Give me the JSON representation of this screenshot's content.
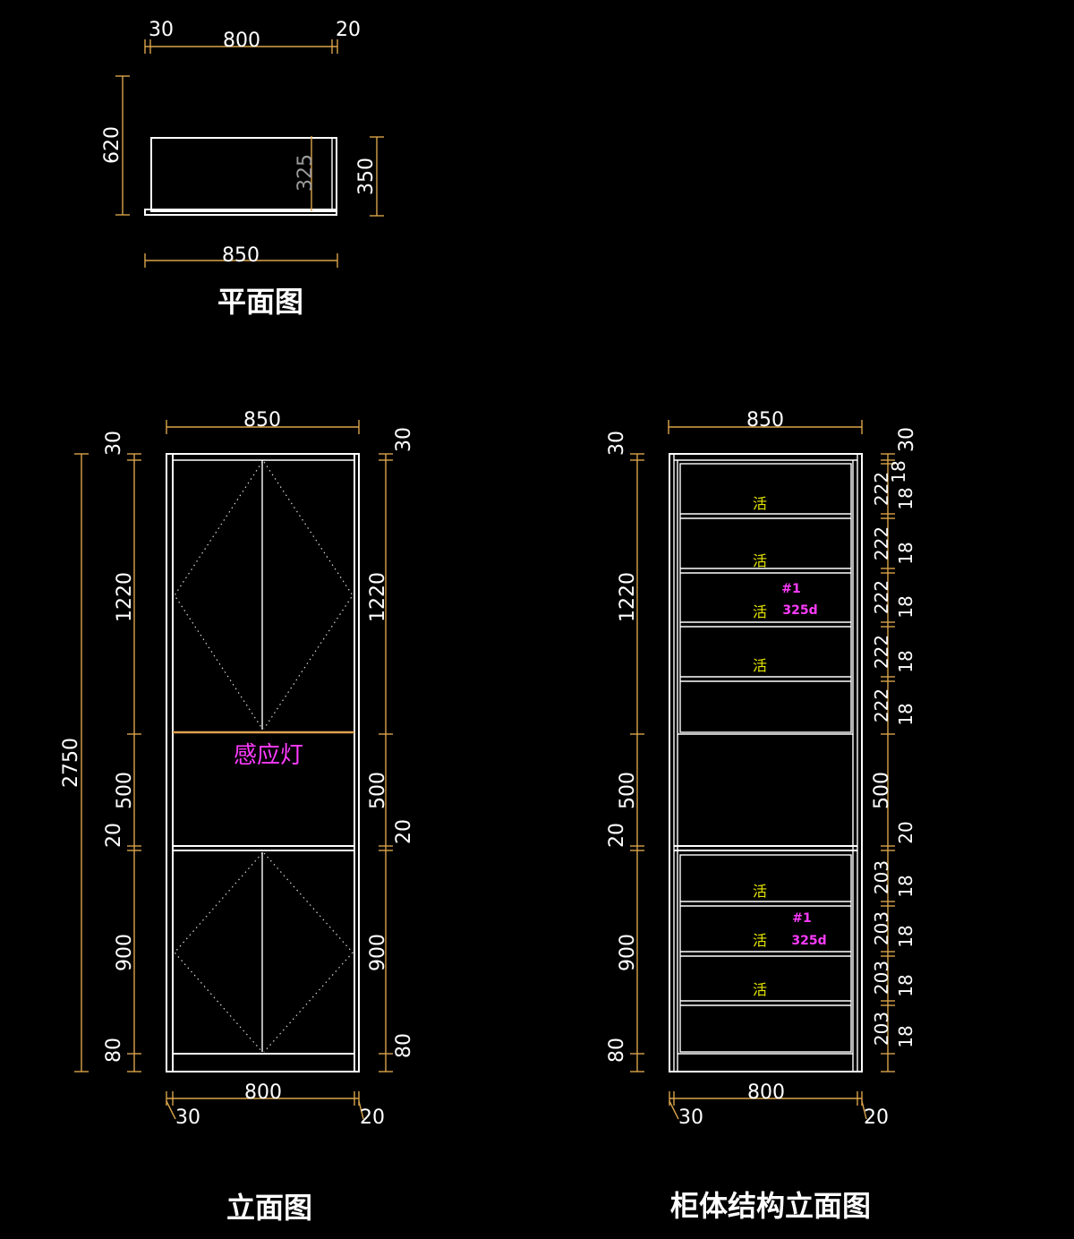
{
  "titles": {
    "plan": "平面图",
    "elevation": "立面图",
    "structure": "柜体结构立面图"
  },
  "plan": {
    "top_left": "30",
    "top_mid": "800",
    "top_right": "20",
    "left_depth": "620",
    "inner_depth": "325",
    "right_depth": "350",
    "bottom_width": "850"
  },
  "elevation": {
    "top_width": "850",
    "total_height": "2750",
    "left_dims": [
      "30",
      "1220",
      "500",
      "20",
      "900",
      "80"
    ],
    "right_dims": [
      "30",
      "1220",
      "500",
      "20",
      "900",
      "80"
    ],
    "bottom_mid": "800",
    "bottom_left": "30",
    "bottom_right": "20",
    "light_label": "感应灯"
  },
  "structure": {
    "top_width": "850",
    "left_dims": [
      "30",
      "1220",
      "500",
      "20",
      "900",
      "80"
    ],
    "right_top": "30",
    "right_upper": [
      "18",
      "222",
      "18",
      "222",
      "18",
      "222",
      "18",
      "222",
      "18",
      "222",
      "18"
    ],
    "right_mid": "500",
    "right_20": "20",
    "right_lower": [
      "203",
      "18",
      "203",
      "18",
      "203",
      "18",
      "203",
      "18"
    ],
    "bottom_mid": "800",
    "bottom_left": "30",
    "bottom_right": "20",
    "shelf_label": "活",
    "shelf_tag": "#1",
    "shelf_code": "325d"
  }
}
